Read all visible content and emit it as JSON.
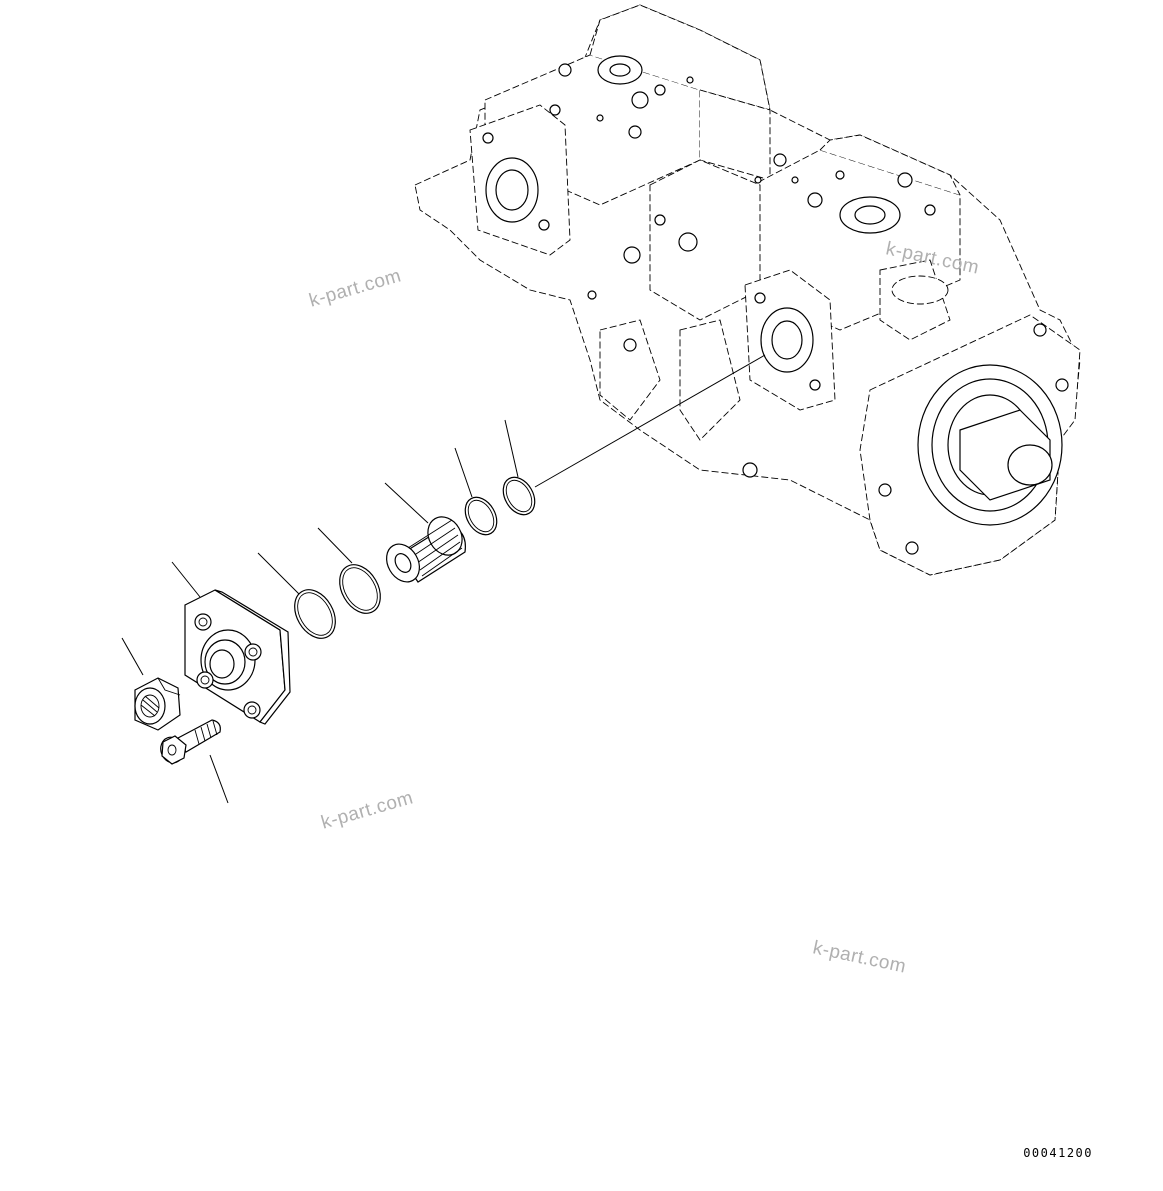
{
  "watermarks": [
    "k-part.com",
    "k-part.com",
    "k-part.com",
    "k-part.com"
  ],
  "drawing_code": "00041200",
  "icons": {
    "pump_assembly": "hydraulic-pump-assembly-icon",
    "flange": "flange-icon",
    "nut": "hex-nut-icon",
    "bolt": "socket-bolt-icon",
    "spool": "valve-spool-icon",
    "o_rings": "o-ring-icon"
  }
}
